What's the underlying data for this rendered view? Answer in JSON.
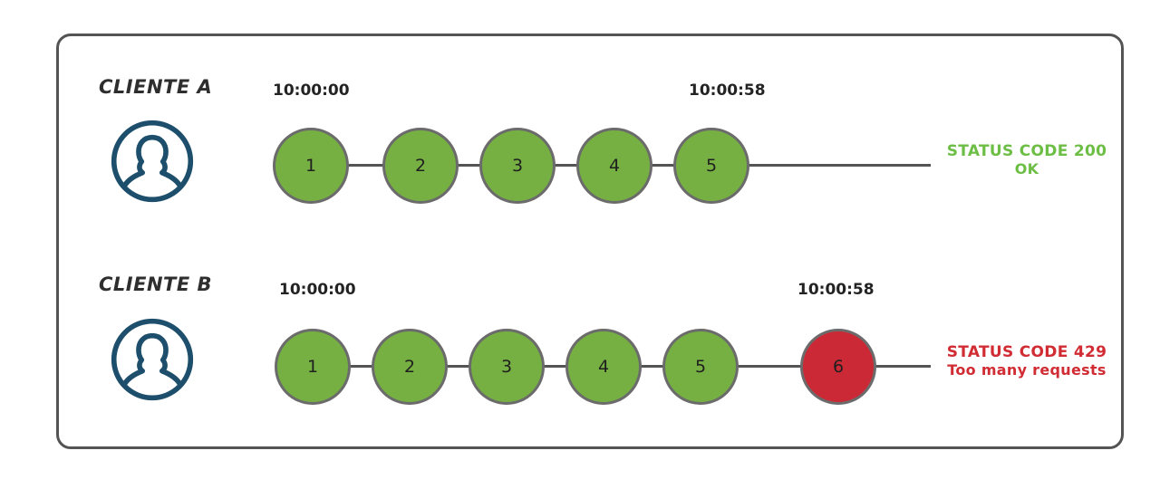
{
  "diagram": {
    "title_visible": false,
    "colors": {
      "frame_border": "#545454",
      "node_ok_fill": "#76b043",
      "node_fail_fill": "#cc2936",
      "node_border": "#6b6b6b",
      "avatar": "#1d4e6b",
      "status_ok_text": "#6cbe45",
      "status_fail_text": "#d12b33",
      "timestamp_text": "#232323",
      "label_text": "#2e2e2e"
    },
    "rows": [
      {
        "id": "cliente-a",
        "label": "CLIENTE A",
        "avatar_icon": "user-avatar-icon",
        "time_start": "10:00:00",
        "time_end": "10:00:58",
        "nodes": [
          {
            "number": "1",
            "state": "ok"
          },
          {
            "number": "2",
            "state": "ok"
          },
          {
            "number": "3",
            "state": "ok"
          },
          {
            "number": "4",
            "state": "ok"
          },
          {
            "number": "5",
            "state": "ok"
          }
        ],
        "status": {
          "state": "ok",
          "line1": "STATUS CODE 200",
          "line2": "OK"
        }
      },
      {
        "id": "cliente-b",
        "label": "CLIENTE B",
        "avatar_icon": "user-avatar-icon",
        "time_start": "10:00:00",
        "time_end": "10:00:58",
        "nodes": [
          {
            "number": "1",
            "state": "ok"
          },
          {
            "number": "2",
            "state": "ok"
          },
          {
            "number": "3",
            "state": "ok"
          },
          {
            "number": "4",
            "state": "ok"
          },
          {
            "number": "5",
            "state": "ok"
          },
          {
            "number": "6",
            "state": "fail"
          }
        ],
        "status": {
          "state": "fail",
          "line1": "STATUS CODE 429",
          "line2": "Too many requests"
        }
      }
    ]
  }
}
